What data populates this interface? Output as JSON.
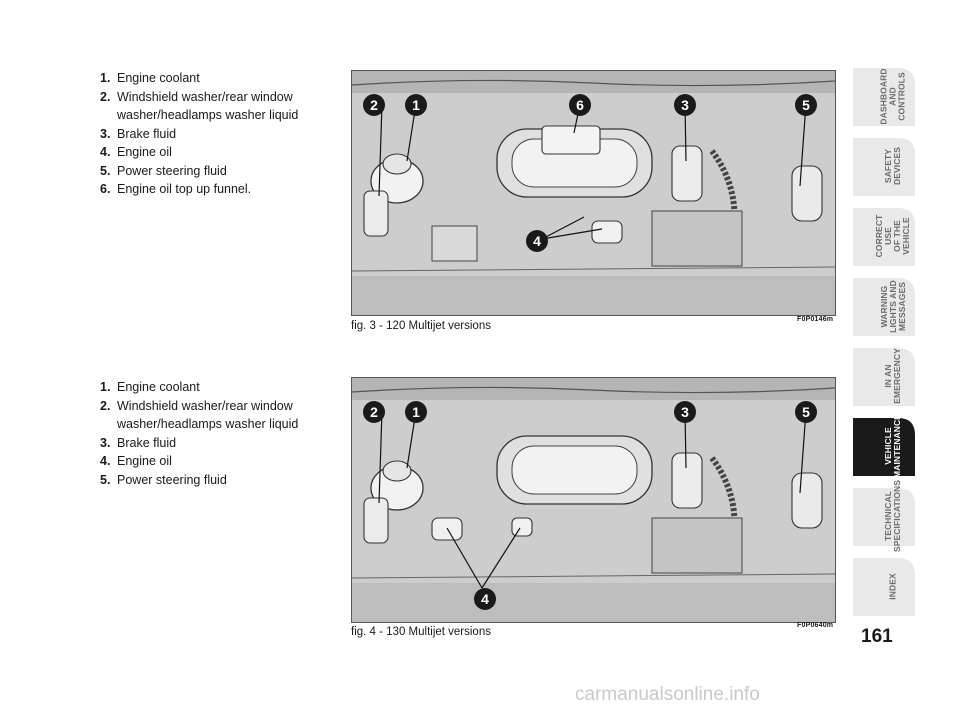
{
  "legend_top": [
    {
      "num": "1.",
      "text": "Engine coolant"
    },
    {
      "num": "2.",
      "text": "Windshield washer/rear window washer/headlamps washer liquid"
    },
    {
      "num": "3.",
      "text": "Brake fluid"
    },
    {
      "num": "4.",
      "text": "Engine oil"
    },
    {
      "num": "5.",
      "text": "Power steering fluid"
    },
    {
      "num": "6.",
      "text": "Engine oil top up funnel."
    }
  ],
  "legend_bottom": [
    {
      "num": "1.",
      "text": "Engine coolant"
    },
    {
      "num": "2.",
      "text": "Windshield washer/rear window washer/headlamps washer liquid"
    },
    {
      "num": "3.",
      "text": "Brake fluid"
    },
    {
      "num": "4.",
      "text": "Engine oil"
    },
    {
      "num": "5.",
      "text": "Power steering fluid"
    }
  ],
  "figures": [
    {
      "caption": "fig. 3 - 120 Multijet versions",
      "code": "F0P0146m",
      "callouts": [
        "2",
        "1",
        "6",
        "3",
        "5",
        "4"
      ]
    },
    {
      "caption": "fig. 4 - 130 Multijet versions",
      "code": "F0P0640m",
      "callouts": [
        "2",
        "1",
        "3",
        "5",
        "4"
      ]
    }
  ],
  "tabs": [
    {
      "label": "DASHBOARD\nAND CONTROLS",
      "active": false
    },
    {
      "label": "SAFETY\nDEVICES",
      "active": false
    },
    {
      "label": "CORRECT USE\nOF THE VEHICLE",
      "active": false
    },
    {
      "label": "WARNING\nLIGHTS AND\nMESSAGES",
      "active": false
    },
    {
      "label": "IN AN\nEMERGENCY",
      "active": false
    },
    {
      "label": "VEHICLE\nMAINTENANCE",
      "active": true
    },
    {
      "label": "TECHNICAL\nSPECIFICATIONS",
      "active": false
    },
    {
      "label": "INDEX",
      "active": false
    }
  ],
  "page_number": "161",
  "watermark": "carmanualsonline.info",
  "colors": {
    "tab_inactive": "#e9e9e9",
    "tab_active": "#1a1a1a",
    "callout": "#1a1a1a"
  }
}
